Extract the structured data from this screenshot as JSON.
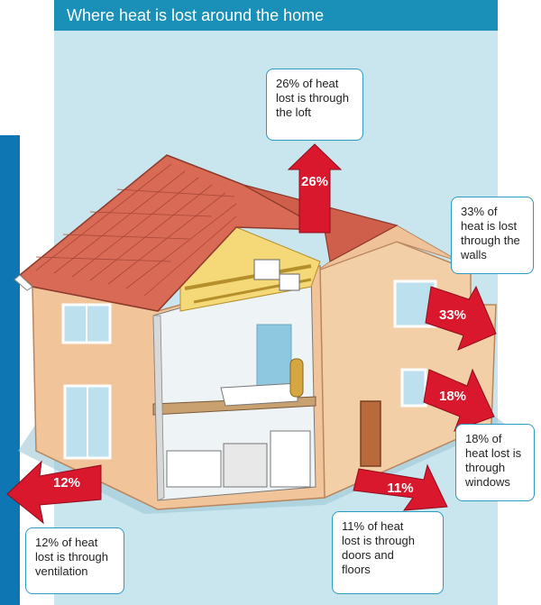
{
  "title": "Where heat is lost around the home",
  "colors": {
    "title_bar": "#1a8fb8",
    "panel": "#c9e6ef",
    "side_bar": "#0e76b3",
    "arrow": "#d9182d",
    "callout_border": "#2a9bc1",
    "roof": "#d96a55",
    "wall": "#f2c49a"
  },
  "arrows": {
    "loft": "26%",
    "walls": "33%",
    "windows": "18%",
    "doors_floors": "11%",
    "ventilation": "12%"
  },
  "callouts": {
    "loft": [
      "26% of heat",
      "lost is through",
      "the loft"
    ],
    "walls": [
      "33% of",
      "heat is lost",
      "through the",
      "walls"
    ],
    "windows": [
      "18% of",
      "heat lost is",
      "through",
      "windows"
    ],
    "doors_floors": [
      "11% of heat",
      "lost is through",
      "doors and",
      "floors"
    ],
    "ventilation": [
      "12% of heat",
      "lost is through",
      "ventilation"
    ]
  }
}
